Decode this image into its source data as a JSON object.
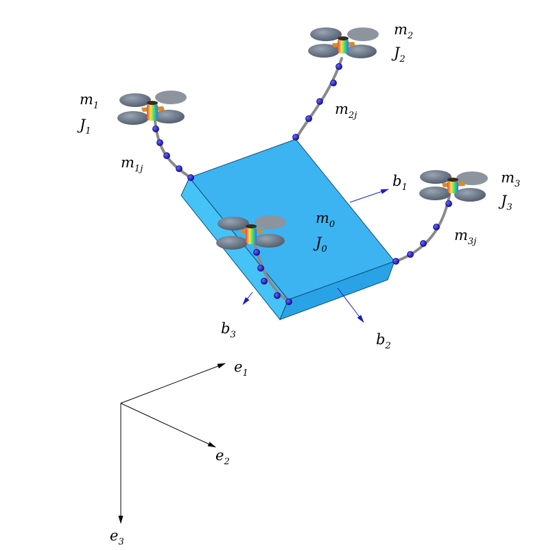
{
  "labels": {
    "m0": {
      "base": "m",
      "sub": "0"
    },
    "J0": {
      "base": "J",
      "sub": "0"
    },
    "m1": {
      "base": "m",
      "sub": "1"
    },
    "J1": {
      "base": "J",
      "sub": "1"
    },
    "m2": {
      "base": "m",
      "sub": "2"
    },
    "J2": {
      "base": "J",
      "sub": "2"
    },
    "m3": {
      "base": "m",
      "sub": "3"
    },
    "J3": {
      "base": "J",
      "sub": "3"
    },
    "m1j": {
      "base": "m",
      "sub": "1j"
    },
    "m2j": {
      "base": "m",
      "sub": "2j"
    },
    "m3j": {
      "base": "m",
      "sub": "3j"
    },
    "b1": {
      "base": "b",
      "sub": "1"
    },
    "b2": {
      "base": "b",
      "sub": "2"
    },
    "b3": {
      "base": "b",
      "sub": "3"
    },
    "e1": {
      "base": "e",
      "sub": "1"
    },
    "e2": {
      "base": "e",
      "sub": "2"
    },
    "e3": {
      "base": "e",
      "sub": "3"
    }
  },
  "colors": {
    "payload_top": "#3cb4f2",
    "payload_front": "#46c3f6",
    "payload_side": "#2aa3e6",
    "cable": "#8a8a8a",
    "bead": "#2a22d8",
    "rotor": "#6f7c8c",
    "body_axis": "#1a1ad0",
    "inertial_axis": "#000000"
  }
}
